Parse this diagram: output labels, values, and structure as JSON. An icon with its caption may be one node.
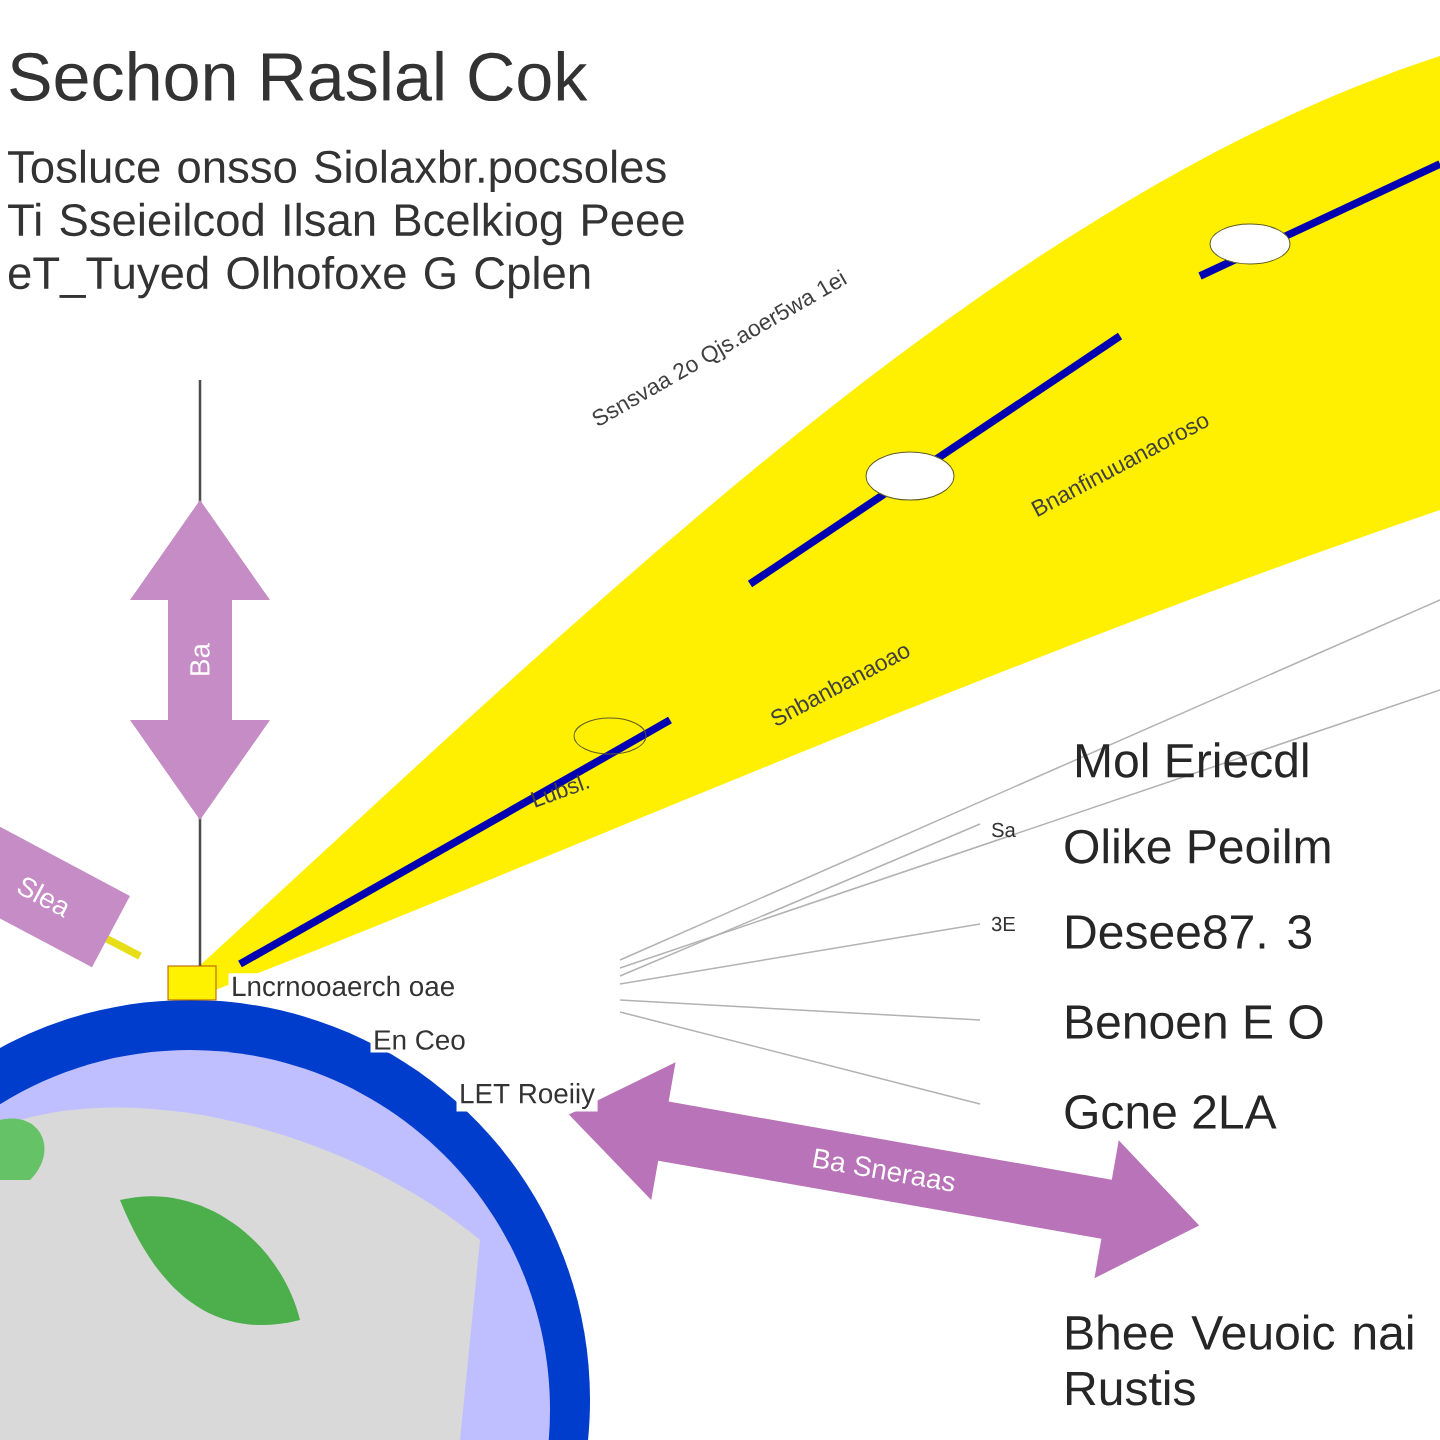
{
  "diagram": {
    "title": "Sechon Raslal Cok",
    "nodes": [
      {
        "text": [
          "Ba"
        ]
      },
      {
        "text": [
          "Slea"
        ]
      },
      {
        "text": [
          "Ba Sneraas"
        ]
      }
    ],
    "edges": [],
    "labels": [
      "Tosluce onsso Siolaxbr.pocsoles Ti Sseieilcod Ilsan Bcelkiog Peee eT_Tuyed Olhofoxe G Cplen",
      "Ssnsvaa 2o Qjs.aoer5wa 1ei",
      "Bnanfinuuanaoroso",
      "Lubsl.",
      "Snbanbanaoao",
      "Lncrnooaerch oae",
      "En Ceo",
      "LET Roeiiy",
      "Mol Eriecdl",
      "Sa",
      "Olike Peoilm",
      "3E",
      "Desee87. 3",
      "Benoen E O",
      "Gcne 2LA",
      "Bhee Veuoic nai Rustis"
    ]
  }
}
